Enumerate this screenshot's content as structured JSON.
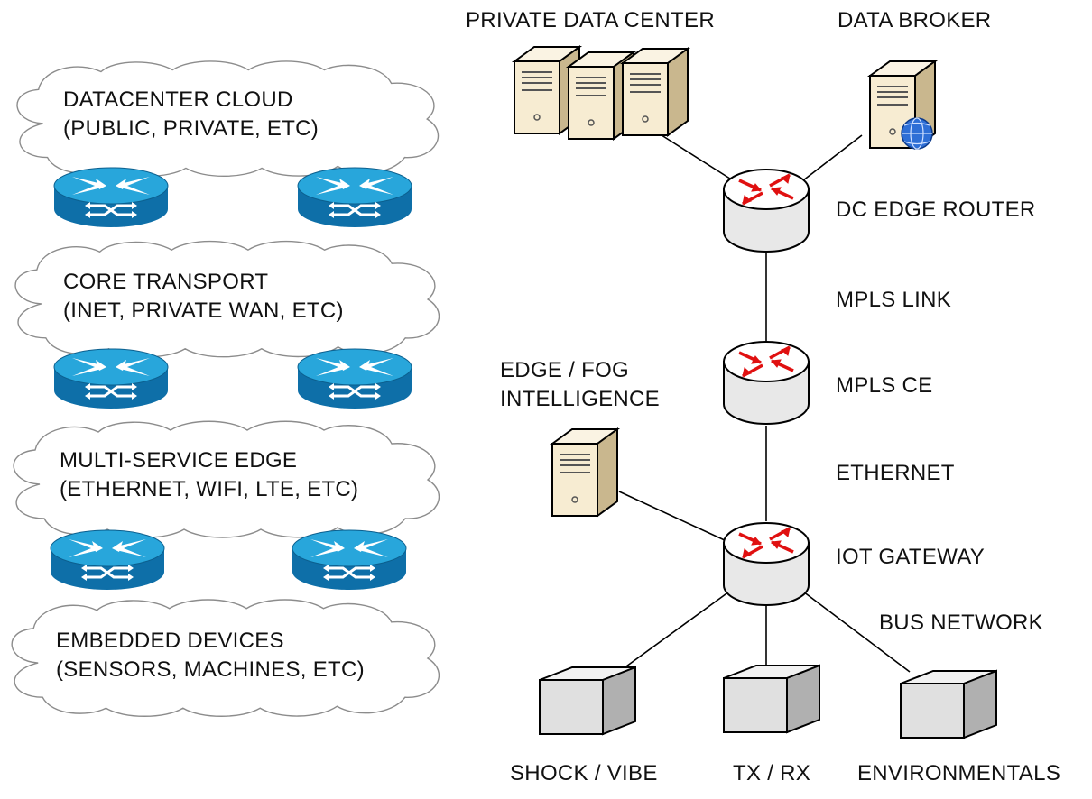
{
  "layers": [
    {
      "title": "DATACENTER CLOUD",
      "subtitle": "(PUBLIC, PRIVATE, ETC)"
    },
    {
      "title": "CORE TRANSPORT",
      "subtitle": "(INET, PRIVATE WAN, ETC)"
    },
    {
      "title": "MULTI-SERVICE EDGE",
      "subtitle": "(ETHERNET, WIFI, LTE, ETC)"
    },
    {
      "title": "EMBEDDED DEVICES",
      "subtitle": "(SENSORS, MACHINES, ETC)"
    }
  ],
  "topology": {
    "private_data_center": "PRIVATE DATA CENTER",
    "data_broker": "DATA BROKER",
    "dc_edge_router": "DC EDGE ROUTER",
    "mpls_link": "MPLS LINK",
    "mpls_ce": "MPLS CE",
    "edge_fog_line1": "EDGE / FOG",
    "edge_fog_line2": "INTELLIGENCE",
    "ethernet": "ETHERNET",
    "iot_gateway": "IOT GATEWAY",
    "bus_network": "BUS NETWORK",
    "shock_vibe": "SHOCK / VIBE",
    "tx_rx": "TX / RX",
    "environmentals": "ENVIRONMENTALS"
  },
  "colors": {
    "blue_router": "#1a8fc9",
    "red_arrows": "#e01010",
    "server_body": "#f3e6c8",
    "cloud_outline": "#8c8c8c"
  },
  "icons": [
    "cloud-icon",
    "blue-router-icon",
    "server-icon",
    "grey-router-icon",
    "globe-icon",
    "sensor-device-icon"
  ]
}
